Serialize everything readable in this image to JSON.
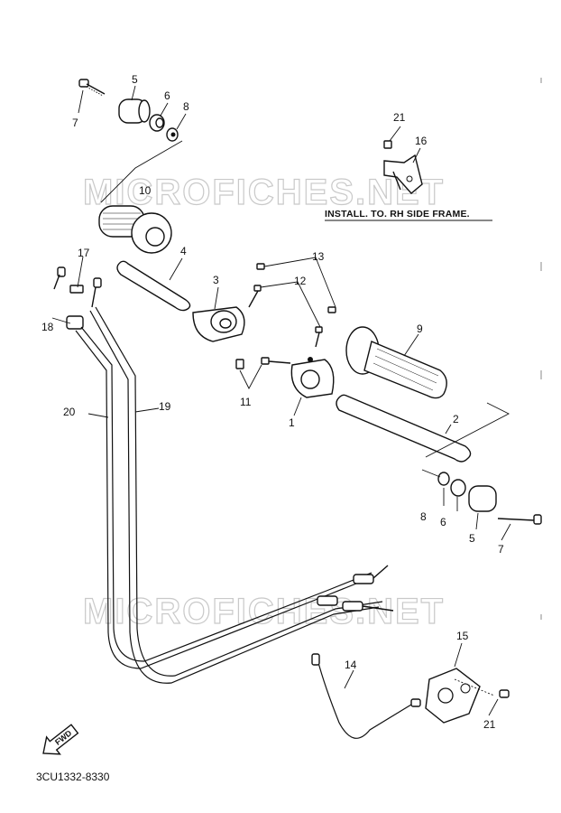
{
  "watermark": {
    "text": "MICROFICHES.NET"
  },
  "installation_note": "INSTALL. TO. RH SIDE FRAME.",
  "diagram_code": "3CU1332-8330",
  "direction_label": "FWD",
  "callouts": [
    {
      "id": "c7a",
      "label": "7"
    },
    {
      "id": "c5a",
      "label": "5"
    },
    {
      "id": "c6a",
      "label": "6"
    },
    {
      "id": "c8a",
      "label": "8"
    },
    {
      "id": "c10",
      "label": "10"
    },
    {
      "id": "c4",
      "label": "4"
    },
    {
      "id": "c3",
      "label": "3"
    },
    {
      "id": "c13",
      "label": "13"
    },
    {
      "id": "c12",
      "label": "12"
    },
    {
      "id": "c11",
      "label": "11"
    },
    {
      "id": "c1",
      "label": "1"
    },
    {
      "id": "c9",
      "label": "9"
    },
    {
      "id": "c2",
      "label": "2"
    },
    {
      "id": "c8b",
      "label": "8"
    },
    {
      "id": "c6b",
      "label": "6"
    },
    {
      "id": "c5b",
      "label": "5"
    },
    {
      "id": "c7b",
      "label": "7"
    },
    {
      "id": "c21a",
      "label": "21"
    },
    {
      "id": "c16",
      "label": "16"
    },
    {
      "id": "c17",
      "label": "17"
    },
    {
      "id": "c18",
      "label": "18"
    },
    {
      "id": "c20",
      "label": "20"
    },
    {
      "id": "c19",
      "label": "19"
    },
    {
      "id": "c14",
      "label": "14"
    },
    {
      "id": "c15",
      "label": "15"
    },
    {
      "id": "c21b",
      "label": "21"
    }
  ]
}
